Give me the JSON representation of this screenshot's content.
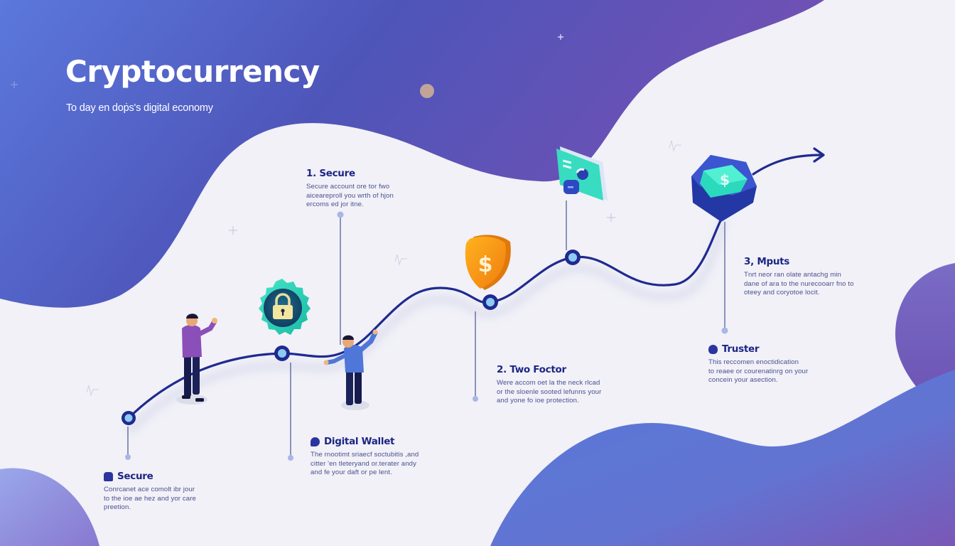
{
  "hero": {
    "title": "Cryptocurrency",
    "subtitle": "To day en doṗs's digital economy"
  },
  "steps": [
    {
      "id": "secure-bottom",
      "title": "Secure",
      "icon": "lock-icon",
      "description_lines": [
        "Conrcanet ace comolt ibr jour",
        "to the ioe ae hez and yor care",
        "preetion."
      ]
    },
    {
      "id": "secure-1",
      "title": "1. Secure",
      "icon": null,
      "description_lines": [
        "Secure account ore tor fwo",
        "aiceareproll you wrth of hjon",
        "ercoms ed jor itne."
      ]
    },
    {
      "id": "digital-wallet",
      "title": "Digital Wallet",
      "icon": "wallet-icon",
      "description_lines": [
        "The rnootimt sriaecf soctubitis  ,and",
        "citter 'en tleteryand or.terater andy",
        "and fe your daft or pe lent."
      ]
    },
    {
      "id": "two-factor",
      "title": "2. Two Foctor",
      "icon": null,
      "description_lines": [
        "Were accom oet la the neck rlcad",
        "or the sloenle sooted lefunns your",
        "and yone fo ioe protection."
      ]
    },
    {
      "id": "inputs",
      "title": "3, Mputs",
      "icon": null,
      "description_lines": [
        "Tnrt neor ran olate antachg min",
        "dane of ara to the nurecooarr fno to",
        "oteey and coryotoe locit."
      ]
    },
    {
      "id": "truster",
      "title": "Truster",
      "icon": "shield-person-icon",
      "description_lines": [
        "This reccomen enoctidication",
        "to reaee or courenatinrg on your",
        "concein your asection."
      ]
    }
  ],
  "colors": {
    "bg_blue": "#4f63cf",
    "bg_purple": "#7452b8",
    "path": "#1f2a8f",
    "node_fill": "#8ecbf3",
    "accent_teal": "#2ee0bd",
    "accent_orange": "#f6a019",
    "title_navy": "#1c2584"
  },
  "illustration": {
    "icons": [
      "padlock-badge-icon",
      "dollar-shield-icon",
      "card-wallet-icon",
      "dollar-cube-icon",
      "arrow-icon"
    ],
    "people": [
      "person-purple-shirt",
      "person-blue-shirt"
    ]
  }
}
